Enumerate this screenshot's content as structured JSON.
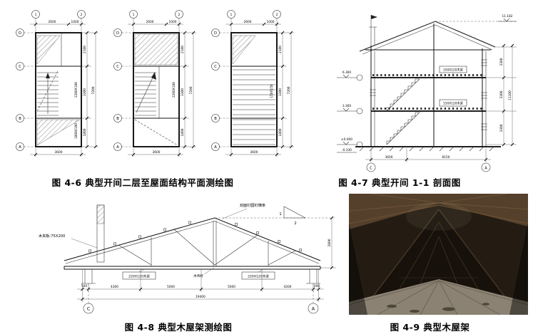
{
  "captions": {
    "fig46": "图 4-6  典型开间二层至屋面结构平面测绘图",
    "fig47": "图 4-7  典型开间 1-1 剖面图",
    "fig48": "图 4-8  典型木屋架测绘图",
    "fig49": "图 4-9  典型木屋架"
  },
  "plans": {
    "axis_top": [
      "1",
      "2"
    ],
    "top_dims": [
      "2600",
      "1000"
    ],
    "grid_letters": [
      "D",
      "C",
      "B",
      "A"
    ],
    "row_dims": [
      "2100",
      "3300",
      "1800"
    ],
    "row_total": "7200",
    "bottom_dim": "3600",
    "plan1": {
      "notes": [
        "2200X100",
        "1800X100"
      ]
    },
    "plan2": {
      "notes": [
        "2200X100"
      ]
    },
    "plan3": {
      "notes": [
        "150X150"
      ]
    }
  },
  "section": {
    "elev_top": "11.182",
    "elev_marks": [
      "6.300",
      "3.300",
      "±0.000",
      "-0.330"
    ],
    "floor_dims": [
      "3300",
      "3300",
      "3300"
    ],
    "floor_total": "11100",
    "bottom_dims": [
      "3600",
      "8150"
    ],
    "bottom_axes": [
      "C",
      "A"
    ],
    "notes": [
      "150X120木梁",
      "150X120木梁"
    ]
  },
  "truss": {
    "note_top": "双面钉圆钉横条",
    "note_left": "木夹板:75X200",
    "beam_left": "220X120木梁",
    "hanger": "木吊杆",
    "beam_right": "220X120木梁",
    "slope_rise": "1",
    "slope_run": "2",
    "height_dim": "2800",
    "span_dims": [
      "500",
      "4300",
      "5000",
      "5000",
      "4200",
      "400"
    ],
    "span_total": "19400",
    "axes": [
      "C",
      "A"
    ]
  }
}
